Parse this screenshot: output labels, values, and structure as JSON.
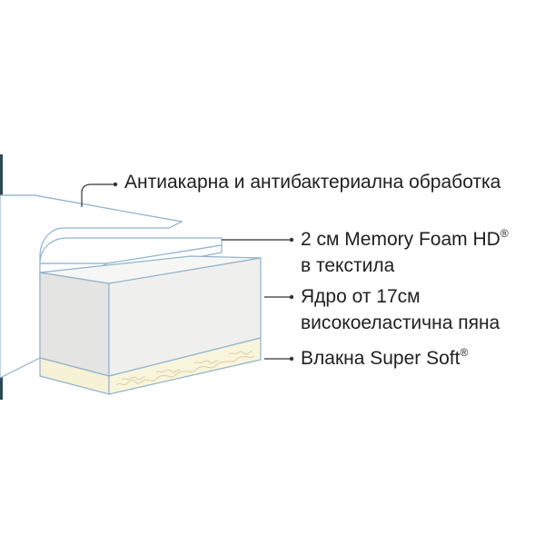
{
  "labels": {
    "treatment": "Антиакарна и антибактериална обработка",
    "memory_foam_line1": "2 см Memory Foam HD",
    "memory_foam_mark": "®",
    "memory_foam_line2": "в текстила",
    "core_line1": "Ядро от 17см",
    "core_line2": "високоеластична пяна",
    "fibers": "Влакна Super Soft",
    "fibers_mark": "®"
  },
  "colors": {
    "outline": "#8fb3cc",
    "core_fill": "#e4e4e2",
    "core_side": "#efefed",
    "fiber_fill": "#f7f1d6",
    "leader": "#333333"
  }
}
